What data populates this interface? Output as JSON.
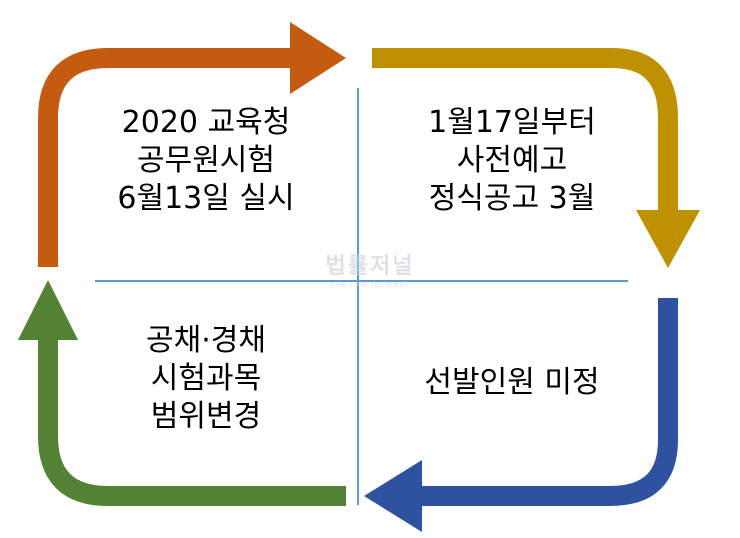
{
  "colors": {
    "top_left_arrow": "#c55a11",
    "top_right_arrow": "#bf9000",
    "bottom_right_arrow": "#2f52a0",
    "bottom_left_arrow": "#548235",
    "divider": "#5b9bd5"
  },
  "quadrants": {
    "top_left": {
      "lines": [
        "2020 교육청",
        "공무원시험",
        "6월13일 실시"
      ]
    },
    "top_right": {
      "lines": [
        "1월17일부터",
        "사전예고",
        "정식공고 3월"
      ]
    },
    "bottom_left": {
      "lines": [
        "공채·경채",
        "시험과목",
        "범위변경"
      ]
    },
    "bottom_right": {
      "lines": [
        "선발인원 미정"
      ]
    }
  },
  "watermark": {
    "main": "법률저널",
    "sub": "THE LAW JOURNAL"
  }
}
